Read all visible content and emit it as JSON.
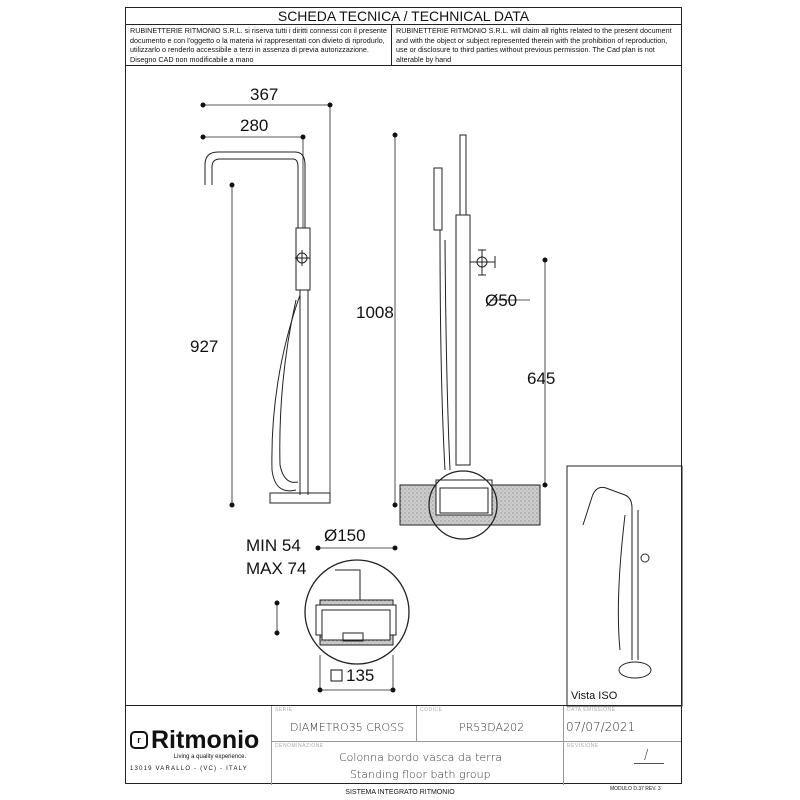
{
  "header": {
    "title": "SCHEDA TECNICA / TECHNICAL DATA",
    "notice_it": "RUBINETTERIE RITMONIO S.R.L. si riserva tutti i diritti connessi con il presente documento e con l'oggetto o la materia ivi rappresentati con divieto di riprodurlo, utilizzarlo o renderlo accessibile a terzi in assenza di previa autorizzazione. Disegno CAD non modificabile a mano",
    "notice_en": "RUBINETTERIE RITMONIO S.R.L. will claim all rights related to the present document and with the object or subject represented therein with the prohibition  of reproduction, use or disclosure to third parties without previous permission.  The Cad plan is not alterable by hand"
  },
  "dimensions": {
    "overall_reach": "367",
    "spout_reach": "280",
    "spout_height": "927",
    "total_height": "1008",
    "diameter": "Ø50",
    "handle_height": "645",
    "base_diameter": "Ø150",
    "min": "MIN 54",
    "max": "MAX 74",
    "square": "135"
  },
  "iso_label": "Vista ISO",
  "title_block": {
    "brand": "Ritmonio",
    "brand_icon": "r",
    "slogan": "Living a quality experience.",
    "address": "13019 VARALLO - (VC) - ITALY",
    "serie_label": "SERIE",
    "serie": "DIAMETRO35 CROSS",
    "codice_label": "CODICE",
    "codice": "PR53DA202",
    "data_label": "DATA EMISSIONE",
    "data": "07/07/2021",
    "denominazione_label": "DENOMINAZIONE",
    "desc_it": "Colonna bordo vasca da terra",
    "desc_en": "Standing floor bath group",
    "revisione_label": "REVISIONE",
    "revisione": "/"
  },
  "footer": {
    "system": "SISTEMA INTEGRATO RITMONIO",
    "modulo": "MODULO D.37 REV. 3"
  }
}
